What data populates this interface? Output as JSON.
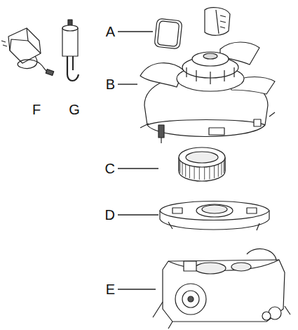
{
  "diagram": {
    "labels": [
      "A",
      "B",
      "C",
      "D",
      "E",
      "F",
      "G"
    ]
  }
}
